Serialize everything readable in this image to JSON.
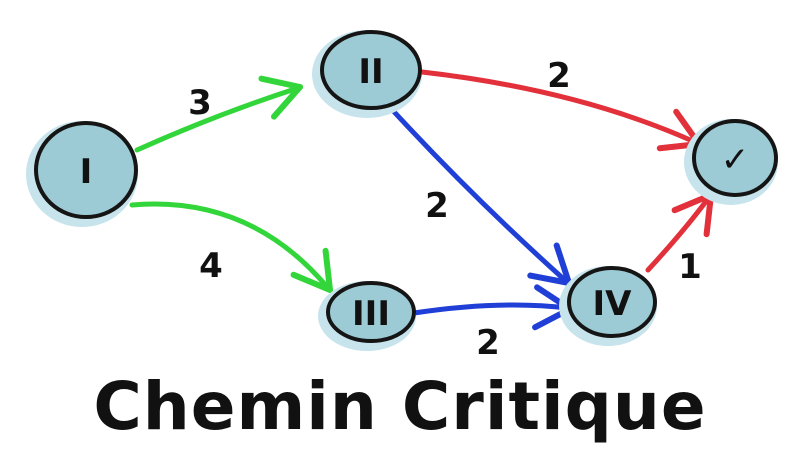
{
  "title": "Chemin Critique",
  "colors": {
    "node_fill": "#9ccbd6",
    "node_halo": "#c7e4ec",
    "node_stroke": "#151515",
    "green": "#33d63a",
    "blue": "#1f3fd6",
    "red": "#e2313a"
  },
  "nodes": [
    {
      "id": "I",
      "label": "I"
    },
    {
      "id": "II",
      "label": "II"
    },
    {
      "id": "III",
      "label": "III"
    },
    {
      "id": "IV",
      "label": "IV"
    },
    {
      "id": "V",
      "label": "✓"
    }
  ],
  "edges": [
    {
      "from": "I",
      "to": "II",
      "weight": "3",
      "color": "green"
    },
    {
      "from": "I",
      "to": "III",
      "weight": "4",
      "color": "green"
    },
    {
      "from": "II",
      "to": "V",
      "weight": "2",
      "color": "red"
    },
    {
      "from": "II",
      "to": "IV",
      "weight": "2",
      "color": "blue"
    },
    {
      "from": "III",
      "to": "IV",
      "weight": "2",
      "color": "blue"
    },
    {
      "from": "IV",
      "to": "V",
      "weight": "1",
      "color": "red"
    }
  ]
}
